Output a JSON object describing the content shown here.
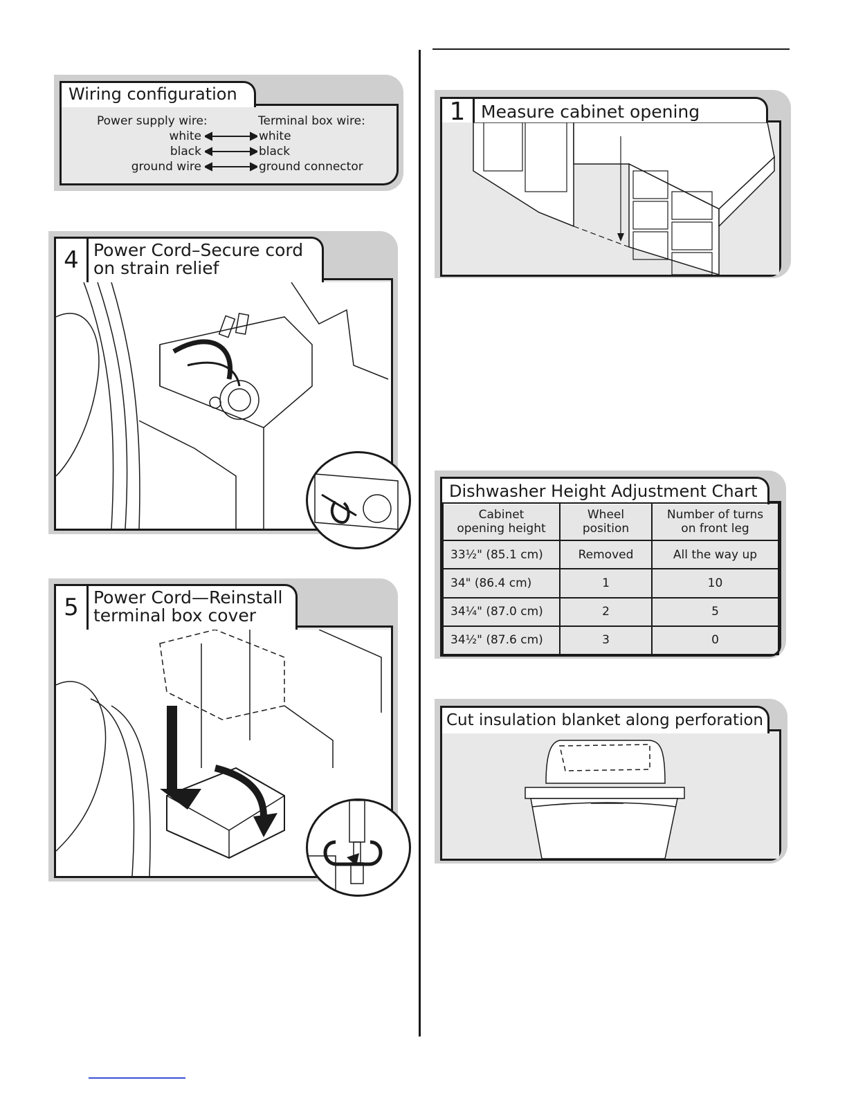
{
  "wiring": {
    "title": "Wiring configuration",
    "left_header": "Power supply wire:",
    "right_header": "Terminal box wire:",
    "rows": [
      {
        "left": "white",
        "right": "white"
      },
      {
        "left": "black",
        "right": "black"
      },
      {
        "left": "ground wire",
        "right": "ground connector"
      }
    ]
  },
  "step4": {
    "number": "4",
    "title_line1": "Power Cord–Secure cord",
    "title_line2": "on strain relief"
  },
  "step5": {
    "number": "5",
    "title_line1": "Power Cord—Reinstall",
    "title_line2": "terminal box cover"
  },
  "step1": {
    "number": "1",
    "title": "Measure cabinet opening"
  },
  "height_chart": {
    "title": "Dishwasher Height Adjustment Chart",
    "headers": [
      {
        "line1": "Cabinet",
        "line2": "opening height"
      },
      {
        "line1": "Wheel",
        "line2": "position"
      },
      {
        "line1": "Number of turns",
        "line2": "on front leg"
      }
    ],
    "rows": [
      [
        "33½\" (85.1 cm)",
        "Removed",
        "All the way up"
      ],
      [
        "34\" (86.4 cm)",
        "1",
        "10"
      ],
      [
        "34¼\" (87.0 cm)",
        "2",
        "5"
      ],
      [
        "34½\" (87.6 cm)",
        "3",
        "0"
      ]
    ]
  },
  "insulation": {
    "title": "Cut insulation blanket along perforation"
  }
}
